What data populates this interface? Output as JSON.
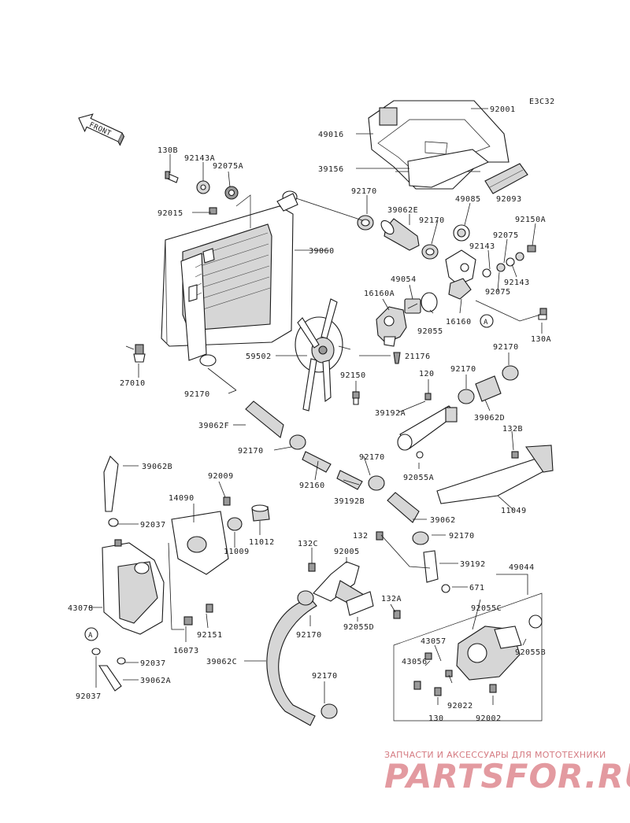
{
  "diagram_code": "E3C32",
  "front_label": "FRONT",
  "ref_marker": "A",
  "callouts": [
    {
      "id": "92001",
      "text": "92001"
    },
    {
      "id": "49016",
      "text": "49016"
    },
    {
      "id": "39156",
      "text": "39156"
    },
    {
      "id": "92093",
      "text": "92093"
    },
    {
      "id": "130B",
      "text": "130B"
    },
    {
      "id": "92143A",
      "text": "92143A"
    },
    {
      "id": "92075A",
      "text": "92075A"
    },
    {
      "id": "92170_a",
      "text": "92170"
    },
    {
      "id": "39062E",
      "text": "39062E"
    },
    {
      "id": "49085",
      "text": "49085"
    },
    {
      "id": "92170_b",
      "text": "92170"
    },
    {
      "id": "92150A",
      "text": "92150A"
    },
    {
      "id": "92015",
      "text": "92015"
    },
    {
      "id": "92075",
      "text": "92075"
    },
    {
      "id": "92143",
      "text": "92143"
    },
    {
      "id": "39060",
      "text": "39060"
    },
    {
      "id": "92143_b",
      "text": "92143"
    },
    {
      "id": "92075_b",
      "text": "92075"
    },
    {
      "id": "49054",
      "text": "49054"
    },
    {
      "id": "16160A",
      "text": "16160A"
    },
    {
      "id": "92055",
      "text": "92055"
    },
    {
      "id": "16160",
      "text": "16160"
    },
    {
      "id": "130A",
      "text": "130A"
    },
    {
      "id": "92170_c",
      "text": "92170"
    },
    {
      "id": "59502",
      "text": "59502"
    },
    {
      "id": "21176",
      "text": "21176"
    },
    {
      "id": "27010",
      "text": "27010"
    },
    {
      "id": "92150",
      "text": "92150"
    },
    {
      "id": "120",
      "text": "120"
    },
    {
      "id": "92170_d",
      "text": "92170"
    },
    {
      "id": "92170_e",
      "text": "92170"
    },
    {
      "id": "39192A",
      "text": "39192A"
    },
    {
      "id": "39062D",
      "text": "39062D"
    },
    {
      "id": "39062F",
      "text": "39062F"
    },
    {
      "id": "132B",
      "text": "132B"
    },
    {
      "id": "92170_f",
      "text": "92170"
    },
    {
      "id": "92170_g",
      "text": "92170"
    },
    {
      "id": "92055A",
      "text": "92055A"
    },
    {
      "id": "39062B",
      "text": "39062B"
    },
    {
      "id": "92009",
      "text": "92009"
    },
    {
      "id": "92160",
      "text": "92160"
    },
    {
      "id": "39192B",
      "text": "39192B"
    },
    {
      "id": "11049",
      "text": "11049"
    },
    {
      "id": "14090",
      "text": "14090"
    },
    {
      "id": "11012",
      "text": "11012"
    },
    {
      "id": "39062",
      "text": "39062"
    },
    {
      "id": "92037_a",
      "text": "92037"
    },
    {
      "id": "11009",
      "text": "11009"
    },
    {
      "id": "92170_h",
      "text": "92170"
    },
    {
      "id": "132",
      "text": "132"
    },
    {
      "id": "132C",
      "text": "132C"
    },
    {
      "id": "92005",
      "text": "92005"
    },
    {
      "id": "39192",
      "text": "39192"
    },
    {
      "id": "49044",
      "text": "49044"
    },
    {
      "id": "671",
      "text": "671"
    },
    {
      "id": "43078",
      "text": "43078"
    },
    {
      "id": "132A",
      "text": "132A"
    },
    {
      "id": "92055C",
      "text": "92055C"
    },
    {
      "id": "92170_i",
      "text": "92170"
    },
    {
      "id": "92055D",
      "text": "92055D"
    },
    {
      "id": "92151",
      "text": "92151"
    },
    {
      "id": "43057",
      "text": "43057"
    },
    {
      "id": "16073",
      "text": "16073"
    },
    {
      "id": "92055B",
      "text": "92055B"
    },
    {
      "id": "92037_b",
      "text": "92037"
    },
    {
      "id": "39062C",
      "text": "39062C"
    },
    {
      "id": "43056",
      "text": "43056"
    },
    {
      "id": "39062A",
      "text": "39062A"
    },
    {
      "id": "92170_j",
      "text": "92170"
    },
    {
      "id": "92037_c",
      "text": "92037"
    },
    {
      "id": "92022",
      "text": "92022"
    },
    {
      "id": "130",
      "text": "130"
    },
    {
      "id": "92002",
      "text": "92002"
    }
  ],
  "watermark": {
    "line1": "ЗАПЧАСТИ И АКСЕССУАРЫ ДЛЯ МОТОТЕХНИКИ",
    "logo": "PARTSFOR.RU"
  }
}
